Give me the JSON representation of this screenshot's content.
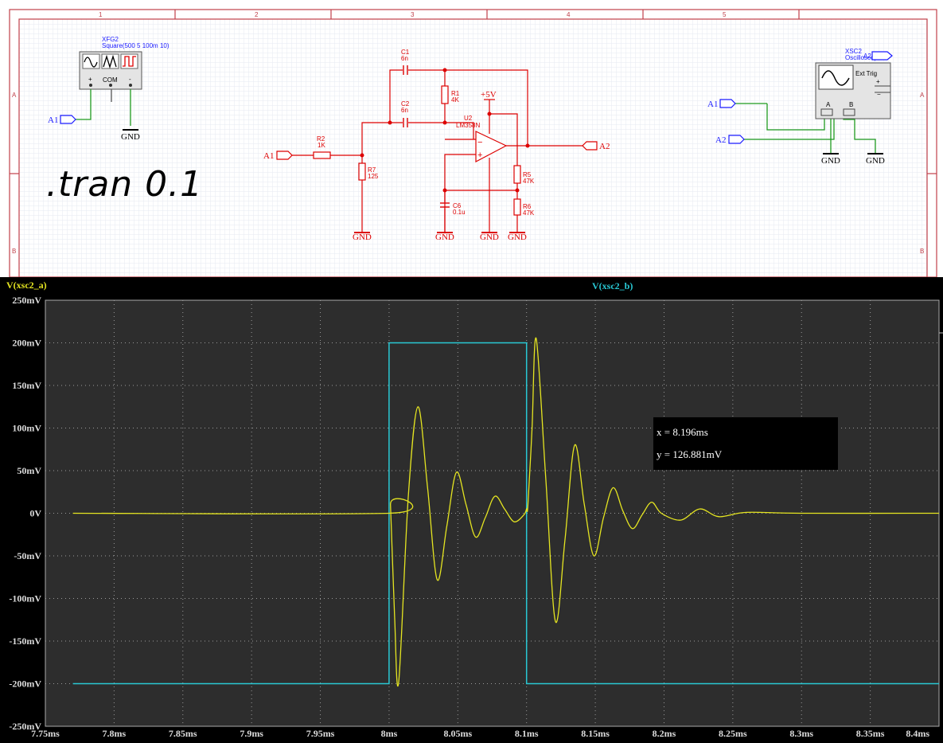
{
  "schematic": {
    "border_columns": [
      "1",
      "2",
      "3",
      "4",
      "5"
    ],
    "border_rows": [
      "A",
      "B"
    ],
    "directive": ".tran 0.1",
    "function_generator": {
      "ref": "XFG2",
      "value": "Square(500 5 100m 10)",
      "terminals": [
        "+",
        "COM",
        "-"
      ]
    },
    "oscilloscope": {
      "ref": "XSC2",
      "name": "Oscilloscope",
      "ext_trig": "Ext Trig",
      "channels": [
        "A",
        "B"
      ]
    },
    "components": {
      "c1": {
        "ref": "C1",
        "value": "6n"
      },
      "c2": {
        "ref": "C2",
        "value": "6n"
      },
      "r1": {
        "ref": "R1",
        "value": "4K"
      },
      "r2": {
        "ref": "R2",
        "value": "1K"
      },
      "r7": {
        "ref": "R7",
        "value": "125"
      },
      "r5": {
        "ref": "R5",
        "value": "47K"
      },
      "r6": {
        "ref": "R6",
        "value": "47K"
      },
      "c6": {
        "ref": "C6",
        "value": "0.1u"
      },
      "u2": {
        "ref": "U2",
        "value": "LM358N"
      }
    },
    "supply": "+5V",
    "ground": "GND",
    "connectors": {
      "a1": "A1",
      "a2": "A2"
    },
    "colors": {
      "wire": "#dd0000",
      "wire_instrument": "#1f9a1f",
      "connector": "#1a1aff",
      "frame": "#c0404a"
    }
  },
  "scope": {
    "trace_a_label": "V(xsc2_a)",
    "trace_b_label": "V(xsc2_b)",
    "colors": {
      "trace_a": "#e5e521",
      "trace_b": "#29c8d4",
      "background": "#000000",
      "plot": "#2d2d2d"
    },
    "cursor": {
      "x": "x = 8.196ms",
      "y": "y = 126.881mV"
    }
  },
  "chart_data": {
    "type": "line",
    "xlabel": "",
    "ylabel": "",
    "xlim": [
      7.75,
      8.4
    ],
    "ylim": [
      -250,
      250
    ],
    "x_tick_labels": [
      "7.75ms",
      "7.8ms",
      "7.85ms",
      "7.9ms",
      "7.95ms",
      "8ms",
      "8.05ms",
      "8.1ms",
      "8.15ms",
      "8.2ms",
      "8.25ms",
      "8.3ms",
      "8.35ms",
      "8.4ms"
    ],
    "y_tick_labels": [
      "250mV",
      "200mV",
      "150mV",
      "100mV",
      "50mV",
      "0V",
      "-50mV",
      "-100mV",
      "-150mV",
      "-200mV",
      "-250mV"
    ],
    "grid": true,
    "series": [
      {
        "name": "V(xsc2_a)",
        "x": [
          7.77,
          8.0,
          8.001,
          8.004,
          8.007,
          8.014,
          8.021,
          8.028,
          8.035,
          8.042,
          8.049,
          8.056,
          8.063,
          8.07,
          8.077,
          8.084,
          8.091,
          8.098,
          8.1,
          8.101,
          8.104,
          8.107,
          8.114,
          8.121,
          8.128,
          8.135,
          8.142,
          8.149,
          8.156,
          8.163,
          8.17,
          8.177,
          8.184,
          8.191,
          8.198,
          8.212,
          8.226,
          8.24,
          8.26,
          8.3,
          8.4
        ],
        "y": [
          0,
          0,
          10,
          -120,
          -198,
          20,
          125,
          30,
          -78,
          -15,
          48,
          10,
          -28,
          -5,
          20,
          5,
          -10,
          -2,
          5,
          10,
          100,
          205,
          40,
          -127,
          -30,
          80,
          10,
          -50,
          -5,
          30,
          3,
          -18,
          -2,
          13,
          0,
          -8,
          5,
          -4,
          1,
          0,
          0
        ]
      },
      {
        "name": "V(xsc2_b)",
        "x": [
          7.77,
          8.0,
          8.0,
          8.1,
          8.1,
          8.4
        ],
        "y": [
          -200,
          -200,
          200,
          200,
          -200,
          -200
        ]
      }
    ]
  }
}
